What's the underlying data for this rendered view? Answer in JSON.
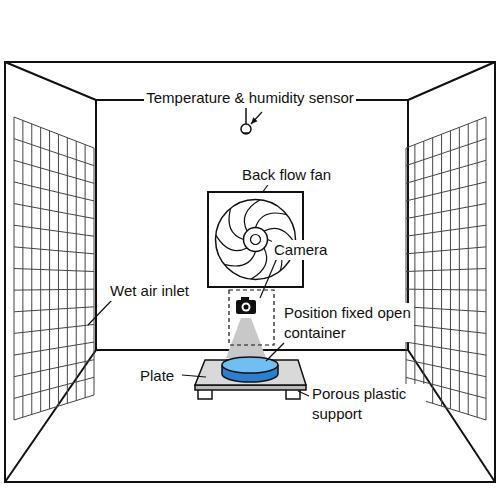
{
  "diagram": {
    "labels": [
      "Temperature & humidity sensor",
      "Back flow fan",
      "Camera",
      "Wet air inlet",
      "Position fixed open container",
      "Plate",
      "Porous plastic support"
    ]
  }
}
